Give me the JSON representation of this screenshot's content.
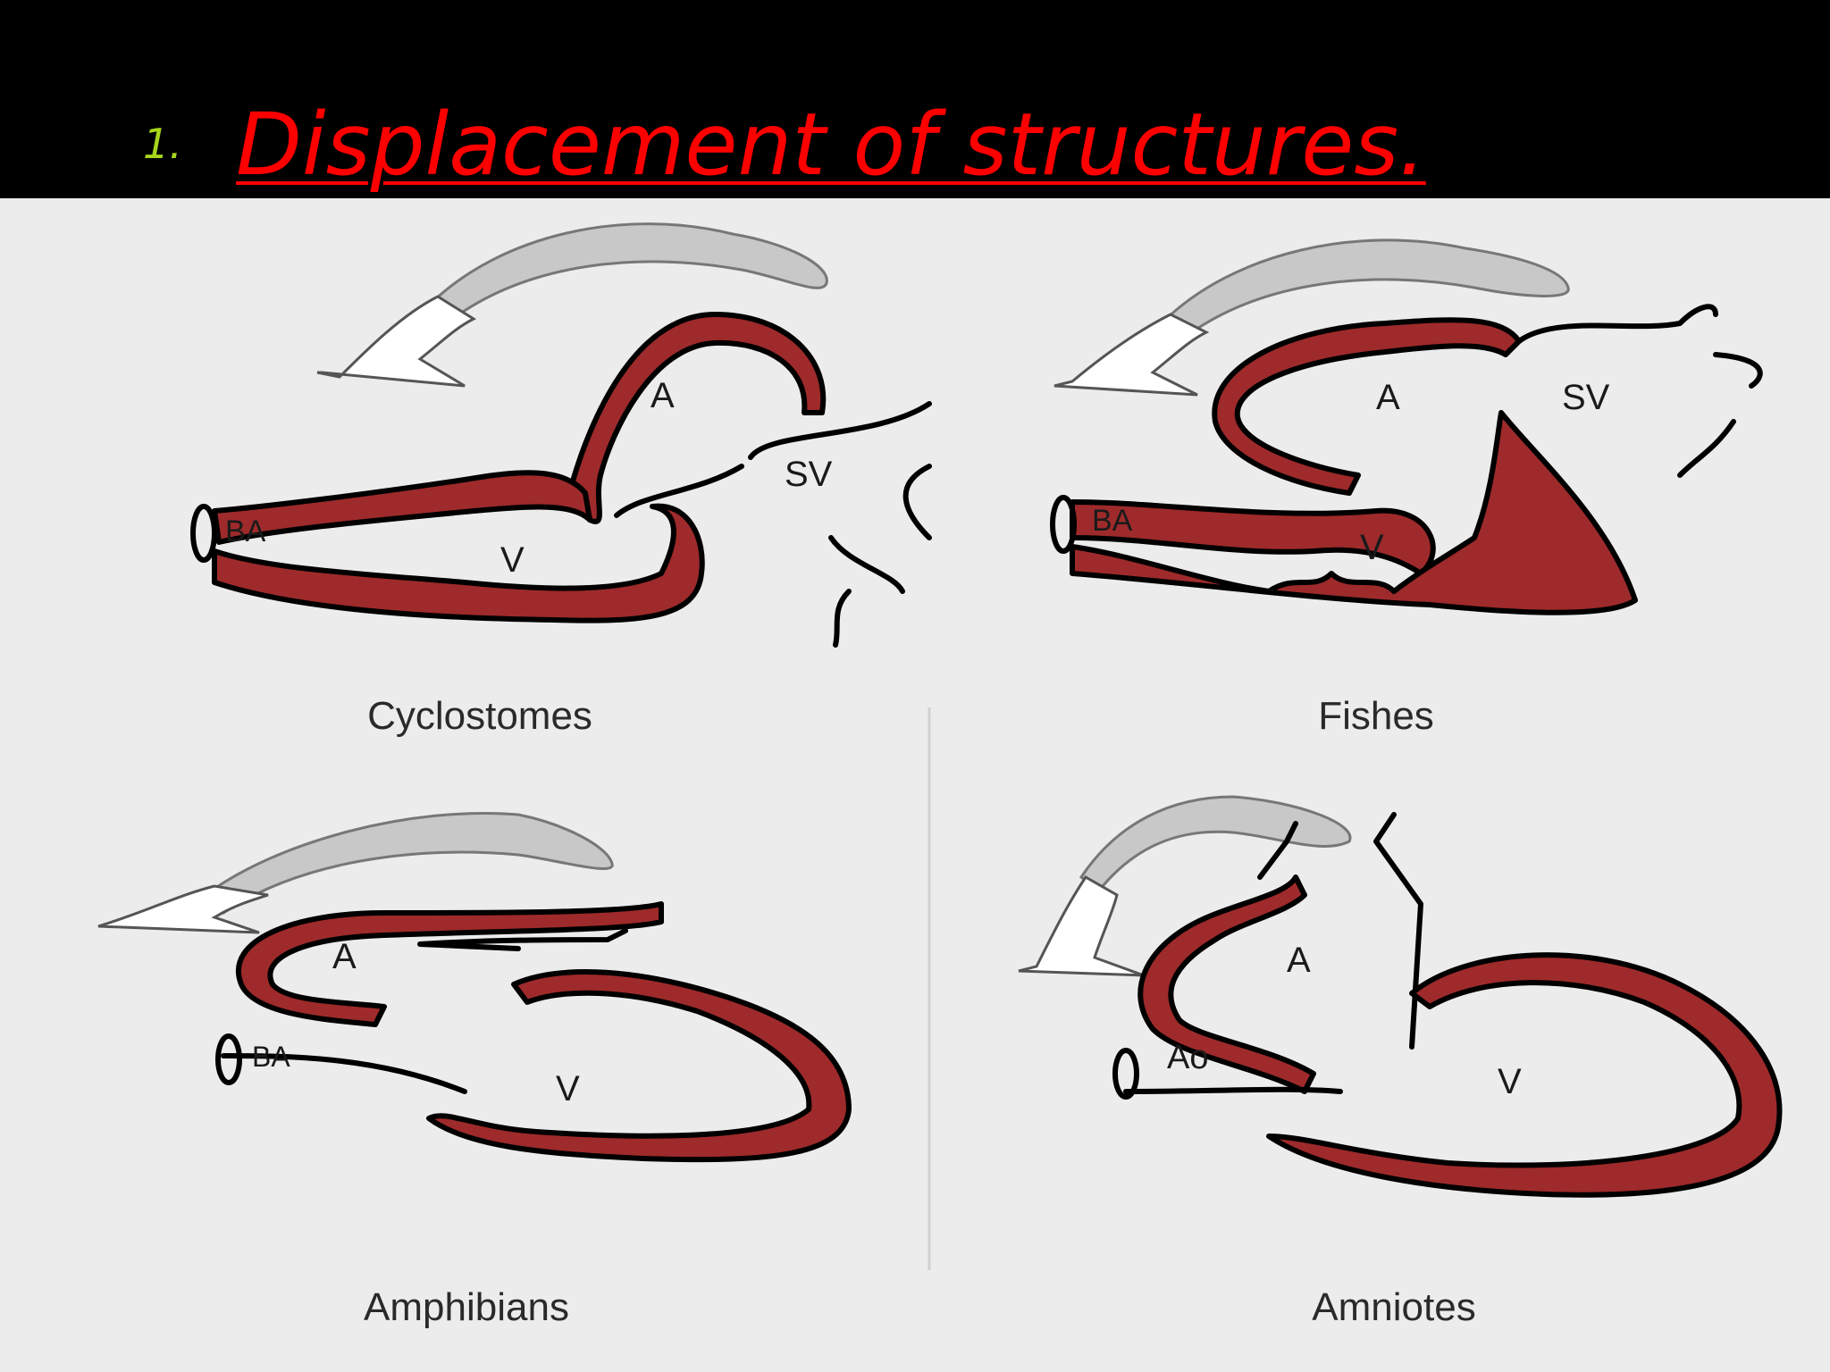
{
  "slide": {
    "number": "1.",
    "title": "Displacement of structures."
  },
  "panels": [
    {
      "caption": "Cyclostomes",
      "labels": {
        "a": "A",
        "v": "V",
        "sv": "SV",
        "ba": "BA"
      }
    },
    {
      "caption": "Fishes",
      "labels": {
        "a": "A",
        "v": "V",
        "sv": "SV",
        "ba": "BA"
      }
    },
    {
      "caption": "Amphibians",
      "labels": {
        "a": "A",
        "v": "V",
        "ba": "BA"
      }
    },
    {
      "caption": "Amniotes",
      "labels": {
        "a": "A",
        "v": "V",
        "ao": "Ao"
      }
    }
  ],
  "colors": {
    "title": "#ff0000",
    "number": "#a7d51a",
    "muscle": "#9e2a2b",
    "background": "#ececec"
  }
}
